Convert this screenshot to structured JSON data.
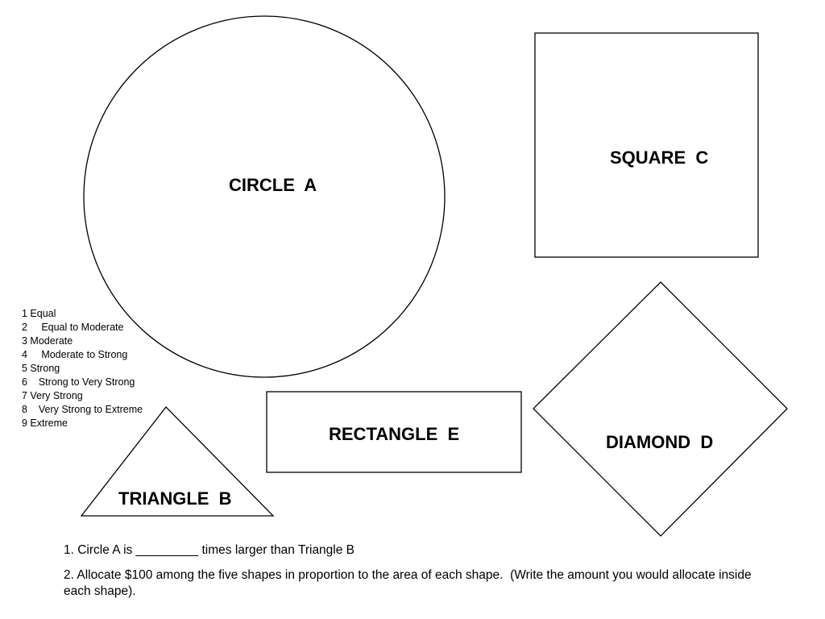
{
  "shapes": {
    "circle": {
      "label": "CIRCLE  A"
    },
    "square": {
      "label": "SQUARE  C"
    },
    "diamond": {
      "label": "DIAMOND  D"
    },
    "rectangle": {
      "label": "RECTANGLE  E"
    },
    "triangle": {
      "label": "TRIANGLE  B"
    }
  },
  "scale": [
    {
      "text": "1 Equal"
    },
    {
      "text": "2     Equal to Moderate"
    },
    {
      "text": "3 Moderate"
    },
    {
      "text": "4     Moderate to Strong"
    },
    {
      "text": "5 Strong"
    },
    {
      "text": "6    Strong to Very Strong"
    },
    {
      "text": "7 Very Strong"
    },
    {
      "text": "8    Very Strong to Extreme"
    },
    {
      "text": "9 Extreme"
    }
  ],
  "questions": {
    "q1": "1. Circle A is _________ times larger than Triangle B",
    "q2": "2. Allocate $100 among the five shapes in proportion to the area of each shape.  (Write the amount you would allocate inside each shape)."
  },
  "colors": {
    "stroke": "#000000",
    "background": "#ffffff"
  }
}
